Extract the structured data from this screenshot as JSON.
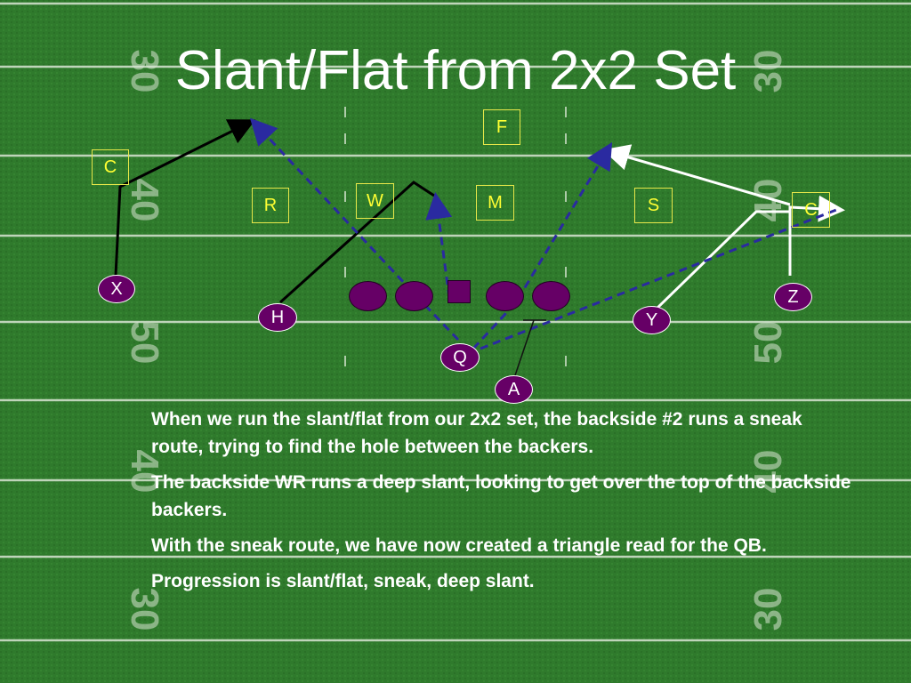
{
  "slide": {
    "title": "Slant/Flat from 2x2 Set",
    "yard_numbers": {
      "top": "30",
      "upper_mid": "40",
      "middle": "50",
      "lower_mid": "40",
      "bottom": "30"
    }
  },
  "defense": {
    "corner_left": "C",
    "rover": "R",
    "will": "W",
    "mike": "M",
    "free_safety": "F",
    "strong_safety": "S",
    "corner_right": "C"
  },
  "offense": {
    "x": "X",
    "h": "H",
    "q": "Q",
    "y": "Y",
    "z": "Z",
    "a": "A"
  },
  "notes": [
    "When we run the slant/flat from our 2x2 set, the backside #2 runs a sneak route, trying to find the hole between the backers.",
    "The backside WR runs a deep slant, looking to get over the top of the backside backers.",
    "With the sneak route, we have now created a triangle read for the QB.",
    "Progression is slant/flat, sneak, deep slant."
  ],
  "colors": {
    "turf": "#2f7a2c",
    "yard_line": "#d9e6d3",
    "player_fill": "#660066",
    "defender_text": "#ffff33",
    "route_solid_black": "#000000",
    "route_solid_white": "#ffffff",
    "route_dashed": "#2a2aa0"
  }
}
